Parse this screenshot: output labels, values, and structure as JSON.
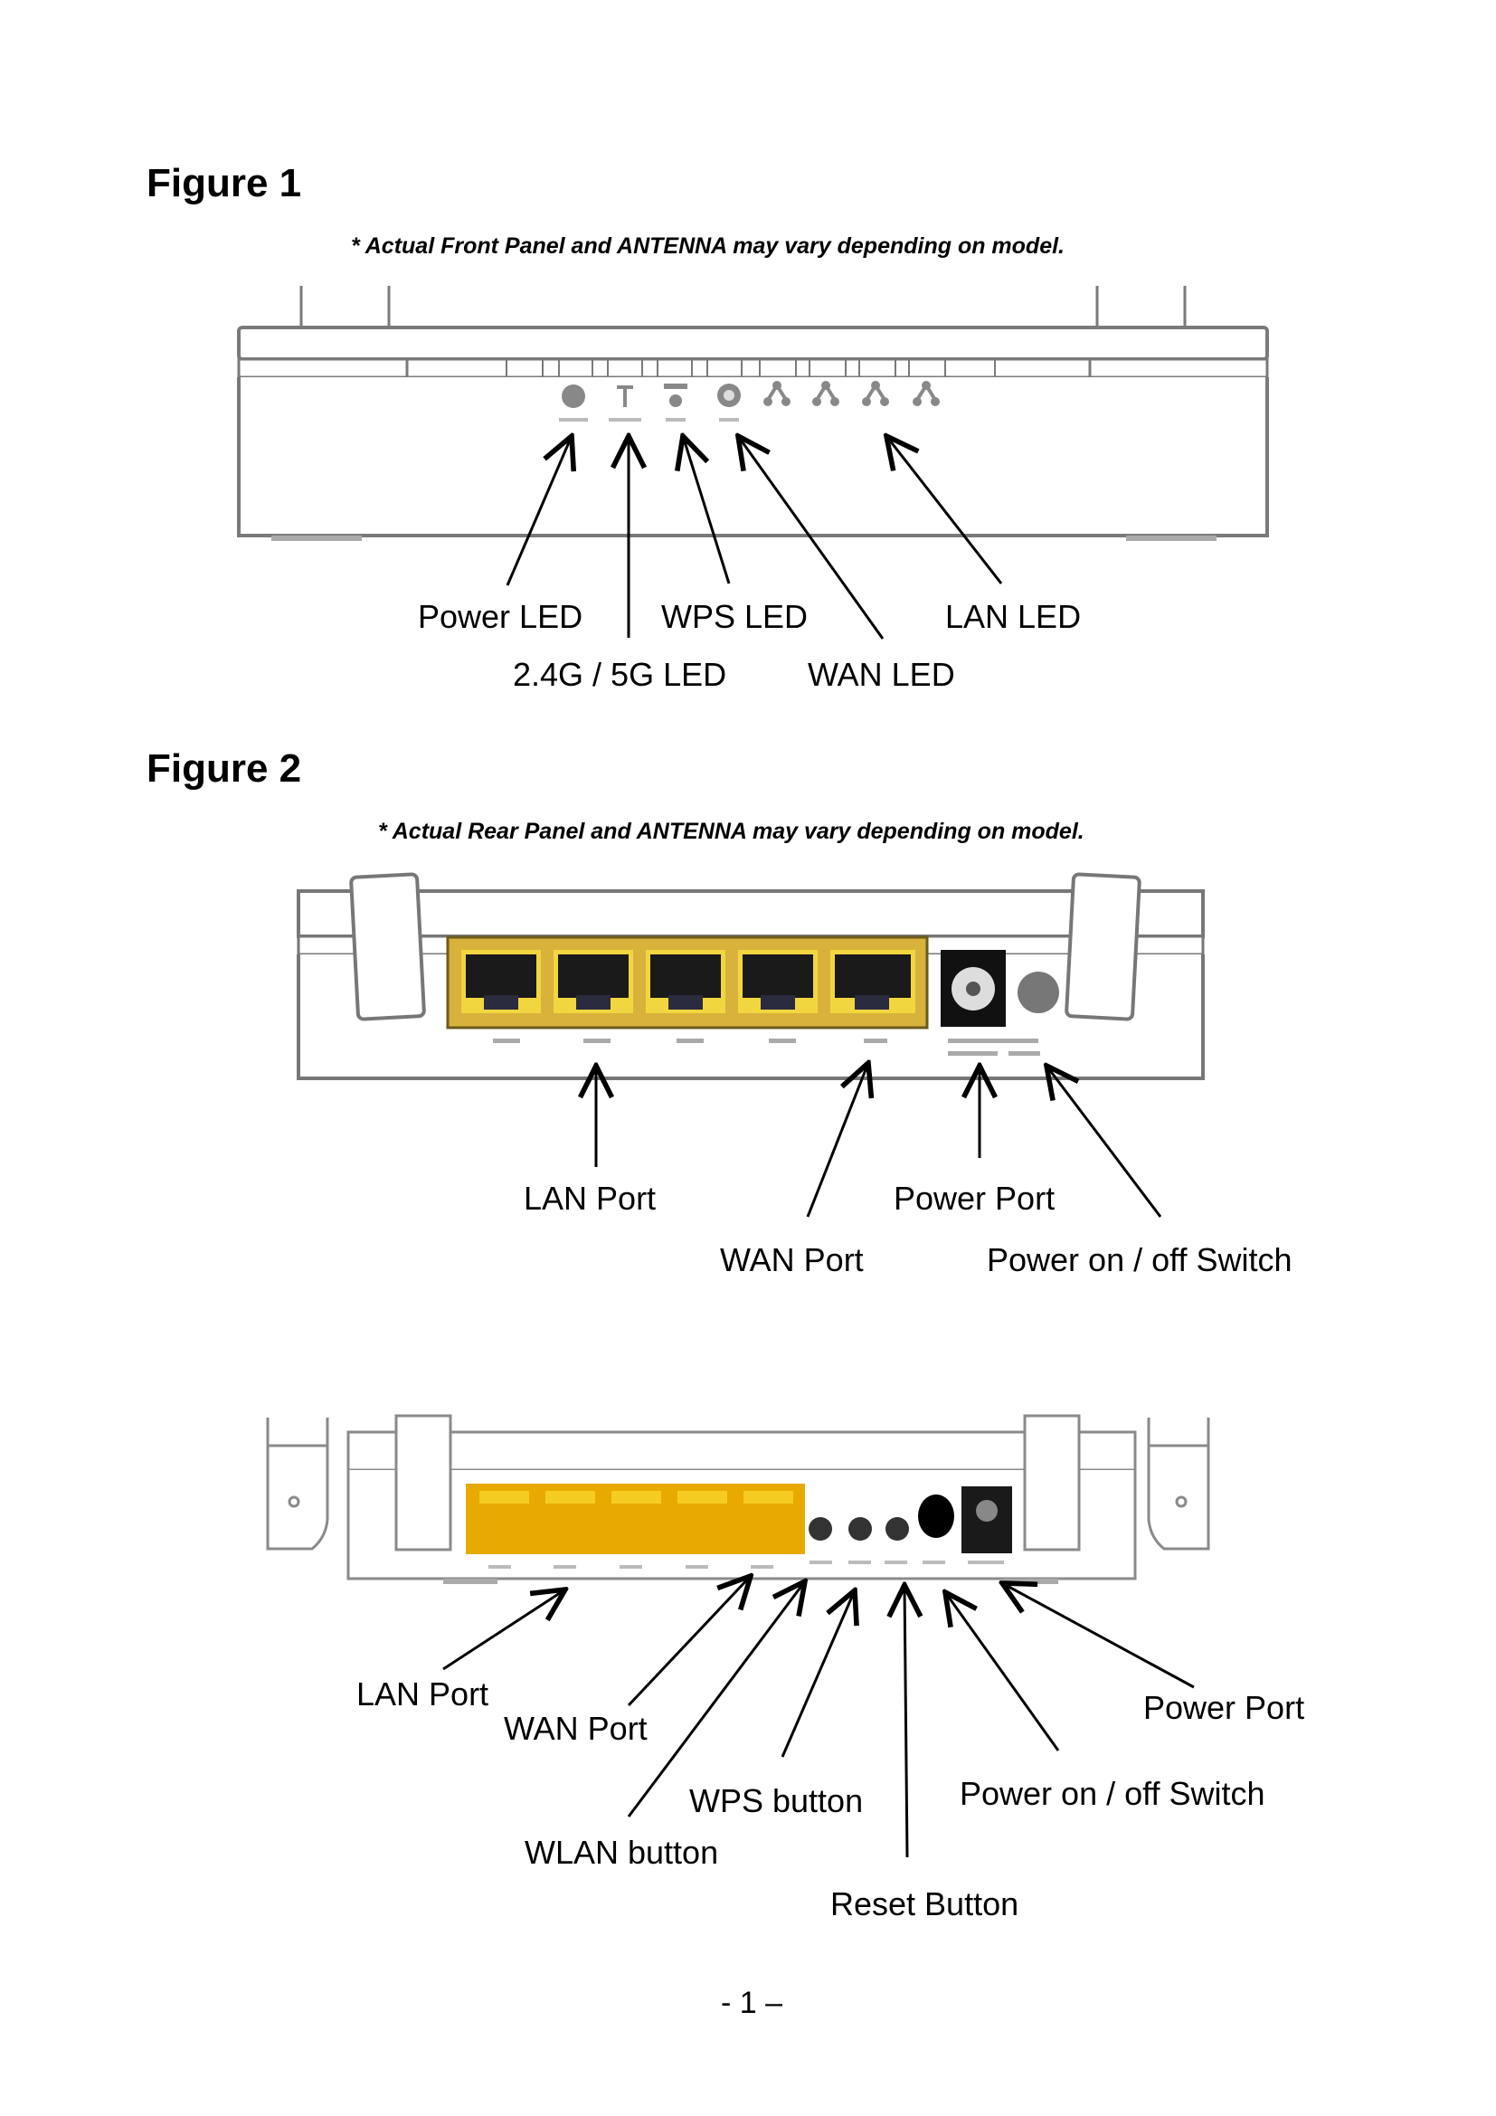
{
  "figure1": {
    "title": "Figure 1",
    "note": "* Actual Front Panel and ANTENNA may vary depending on model.",
    "labels": {
      "power_led": "Power LED",
      "wps_led": "WPS LED",
      "lan_led": "LAN LED",
      "wifi_led": "2.4G / 5G LED",
      "wan_led": "WAN LED"
    },
    "indicator_icons": [
      "power-icon",
      "wifi-antenna-icon",
      "wps-icon",
      "wan-globe-icon",
      "lan-icon",
      "lan-icon",
      "lan-icon",
      "lan-icon"
    ]
  },
  "figure2": {
    "title": "Figure 2",
    "note": "* Actual Rear Panel and ANTENNA may vary depending on model.",
    "labels": {
      "lan_port": "LAN Port",
      "power_port": "Power Port",
      "wan_port": "WAN Port",
      "power_switch": "Power on / off Switch"
    },
    "port_count": 5
  },
  "figure3": {
    "labels": {
      "lan_port": "LAN Port",
      "wan_port": "WAN Port",
      "power_port": "Power Port",
      "wps_button": "WPS button",
      "power_switch": "Power on / off Switch",
      "wlan_button": "WLAN button",
      "reset_button": "Reset Button"
    },
    "port_count": 5
  },
  "colors": {
    "port_yellow": "#f2c40c",
    "port_amber": "#e8a900",
    "outline_gray": "#7a7a7a",
    "text": "#000000"
  },
  "footer": {
    "page_number": "- 1 –"
  }
}
